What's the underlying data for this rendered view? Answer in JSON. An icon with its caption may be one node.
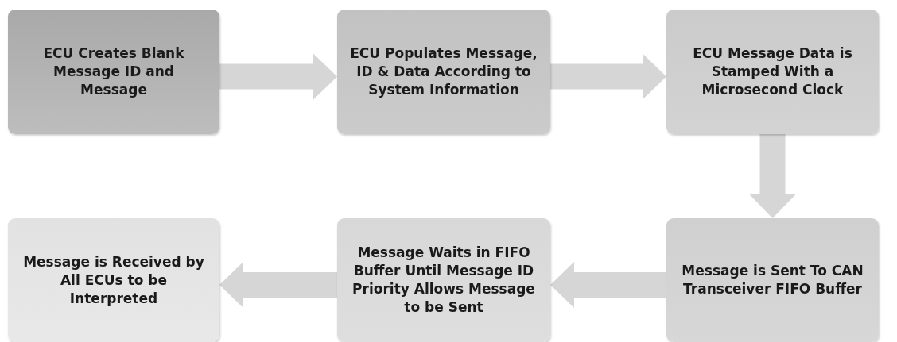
{
  "diagram": {
    "nodes": [
      {
        "text": [
          "ECU Creates Blank Message ID and Message"
        ]
      },
      {
        "text": [
          "ECU Populates Message, ID & Data According to System Information"
        ]
      },
      {
        "text": [
          "ECU Message Data is Stamped With a Microsecond Clock"
        ]
      },
      {
        "text": [
          "Message is Sent To CAN Transceiver FIFO Buffer"
        ]
      },
      {
        "text": [
          "Message Waits in FIFO Buffer Until Message ID Priority Allows Message to be Sent"
        ]
      },
      {
        "text": [
          "Message is Received by All ECUs to be Interpreted"
        ]
      }
    ],
    "edges": [
      {
        "from": 0,
        "to": 1,
        "arrow": "to"
      },
      {
        "from": 1,
        "to": 2,
        "arrow": "to"
      },
      {
        "from": 2,
        "to": 3,
        "arrow": "to"
      },
      {
        "from": 3,
        "to": 4,
        "arrow": "to"
      },
      {
        "from": 4,
        "to": 5,
        "arrow": "to"
      }
    ]
  }
}
